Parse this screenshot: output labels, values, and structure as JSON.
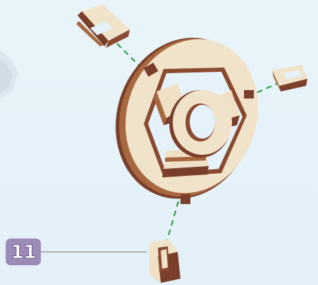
{
  "step": {
    "number": "11"
  },
  "colors": {
    "background": "#e6f2f9",
    "wood_light": "#efe0c6",
    "wood_face": "#f3e6cf",
    "wood_edge_dark": "#7a3f2a",
    "wood_edge_mid": "#a8683f",
    "guide_line": "#1f9a3a",
    "badge": "#9d8bb7",
    "leader_line": "#8c8c8c"
  },
  "parts": {
    "ring": "wooden-ring-assembly",
    "clips": [
      "top-left-clip",
      "right-clip",
      "bottom-clip"
    ]
  }
}
